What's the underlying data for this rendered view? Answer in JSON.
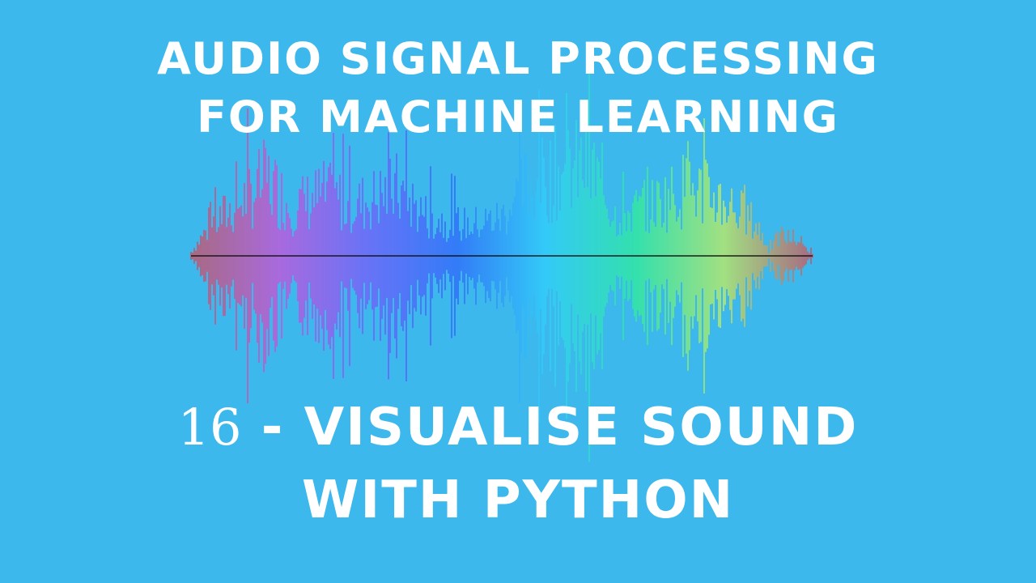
{
  "colors": {
    "background": "#3db8ed",
    "text": "#ffffff",
    "waveform_gradient": [
      "#ff2b2b",
      "#ff2bd2",
      "#8a3bff",
      "#2b4bff",
      "#2bd9ff",
      "#2bff7a",
      "#f4ff2b",
      "#ff2b2b"
    ],
    "waveform_center": "#111111"
  },
  "title": {
    "line1": "AUDIO SIGNAL PROCESSING",
    "line2": "FOR MACHINE LEARNING"
  },
  "subtitle": {
    "episode_number": "16",
    "line1_rest": " - VISUALISE SOUND",
    "line2": "WITH PYTHON"
  },
  "decoration": {
    "waveform_icon": "waveform-icon"
  }
}
